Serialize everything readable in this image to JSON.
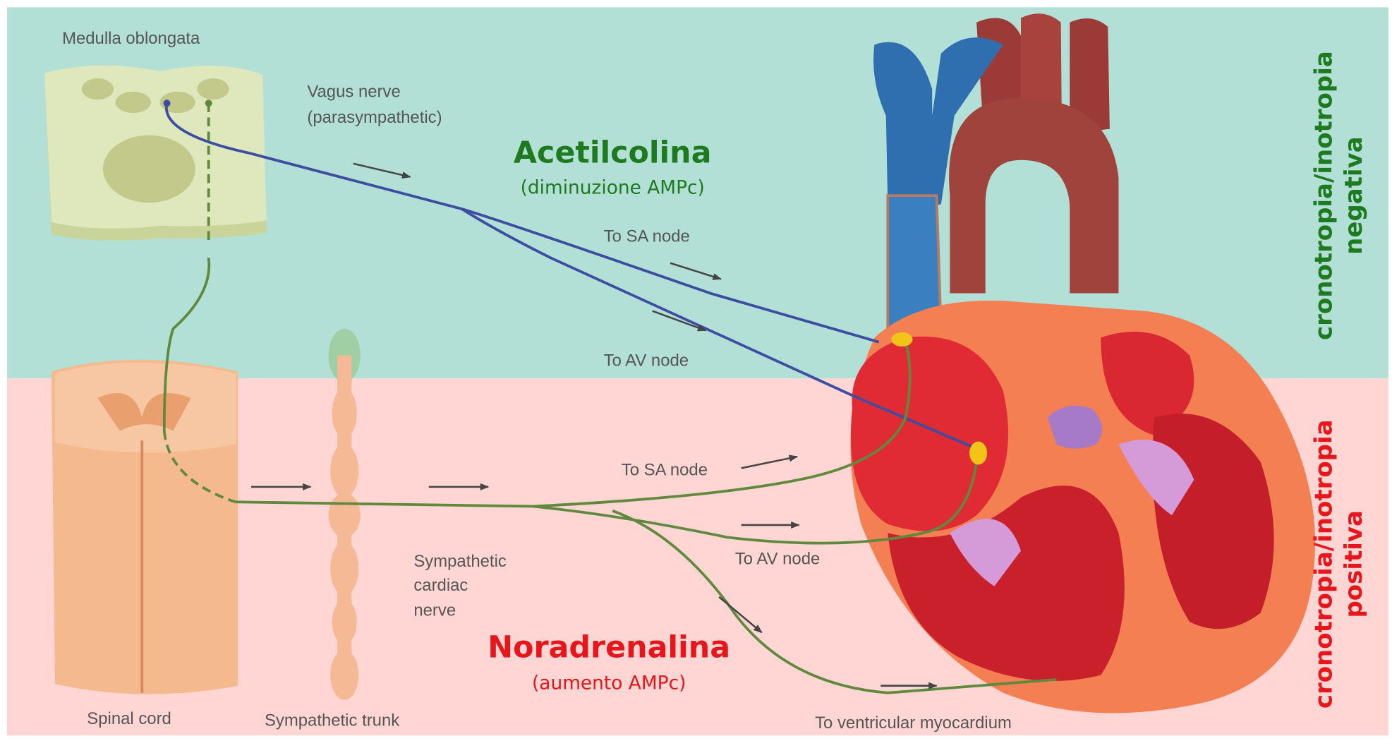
{
  "labels": {
    "medulla": "Medulla oblongata",
    "vagus_line1": "Vagus nerve",
    "vagus_line2": "(parasympathetic)",
    "to_sa_vagal": "To SA node",
    "to_av_vagal": "To AV node",
    "spinal_cord": "Spinal cord",
    "sympathetic_trunk": "Sympathetic trunk",
    "symp_nerve_line1": "Sympathetic",
    "symp_nerve_line2": "cardiac",
    "symp_nerve_line3": "nerve",
    "to_sa_symp": "To SA node",
    "to_av_symp": "To AV node",
    "to_ventricular": "To ventricular myocardium"
  },
  "parasympathetic": {
    "transmitter": "Acetilcolina",
    "effect": "(diminuzione AMPc)",
    "side_line1": "cronotropia/inotropia",
    "side_line2": "negativa",
    "color": "#1e7a1e",
    "band_color": "#b3e0d6"
  },
  "sympathetic": {
    "transmitter": "Noradrenalina",
    "effect": "(aumento AMPc)",
    "side_line1": "cronotropia/inotropia",
    "side_line2": "positiva",
    "color": "#e8151b",
    "band_color": "#ffd6d3"
  }
}
